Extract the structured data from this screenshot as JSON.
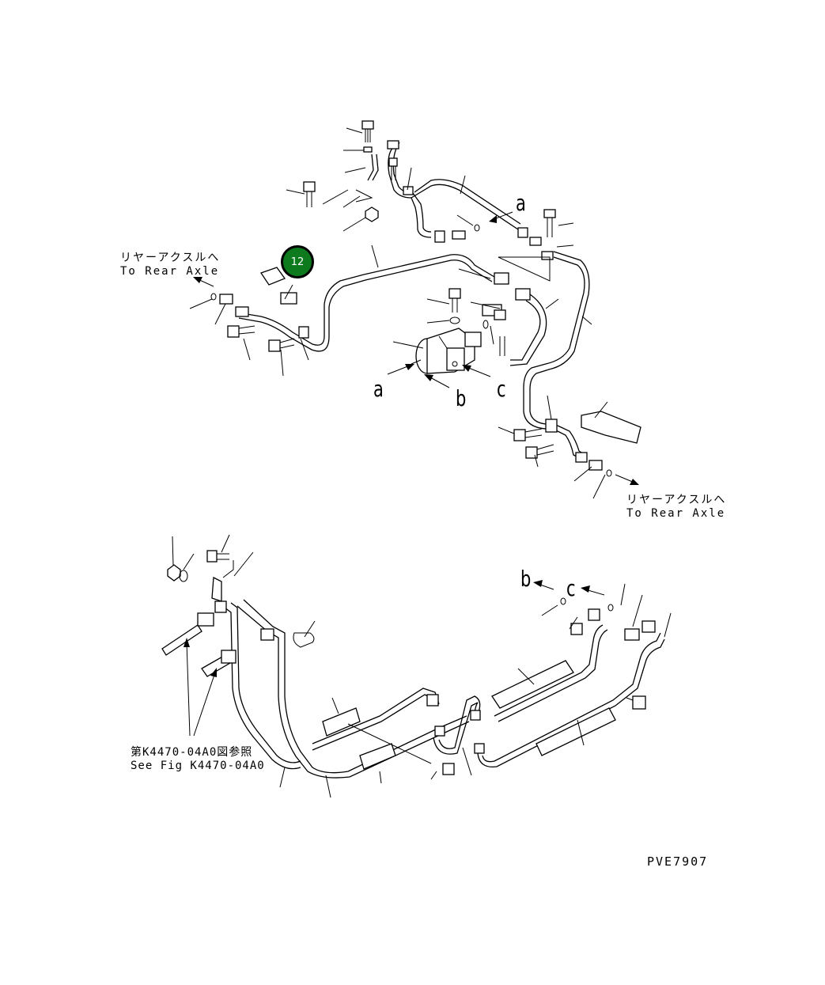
{
  "labels": {
    "rear_axle_top_jp": "リヤーアクスルへ",
    "rear_axle_top_en": "To Rear Axle",
    "rear_axle_right_jp": "リヤーアクスルへ",
    "rear_axle_right_en": "To Rear Axle",
    "see_fig_jp": "第K4470-04A0図参照",
    "see_fig_en": "See Fig K4470-04A0",
    "ref_a_top": "a",
    "ref_a_left": "a",
    "ref_b_mid": "b",
    "ref_c_mid": "c",
    "ref_b_lower": "b",
    "ref_c_lower": "c",
    "drawing_code": "PVE7907"
  },
  "callout": {
    "number": "12",
    "color": "#0e7a1e"
  }
}
